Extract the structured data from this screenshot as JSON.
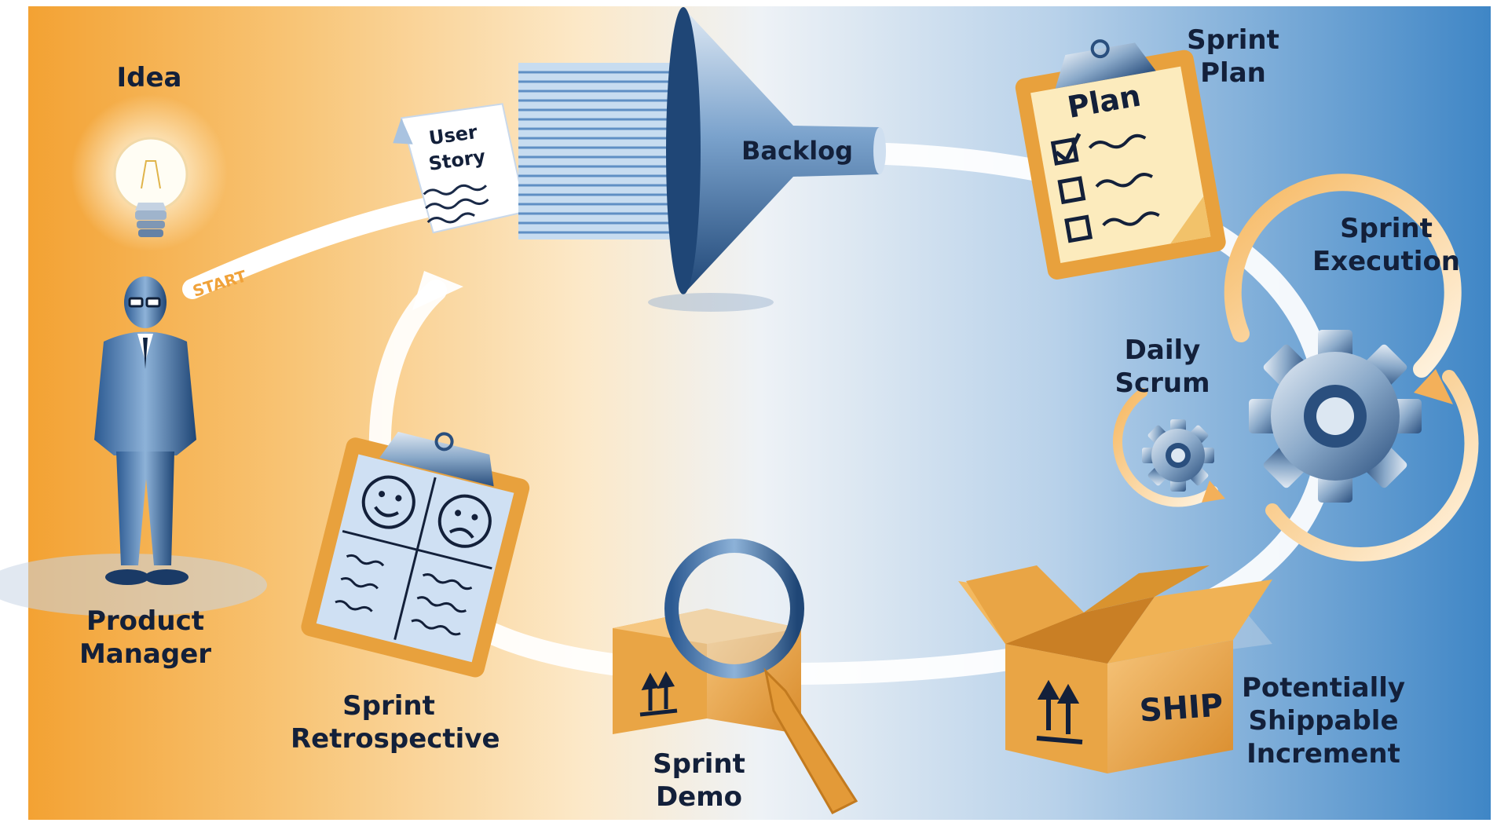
{
  "labels": {
    "idea": "Idea",
    "product_manager": [
      "Product",
      "Manager"
    ],
    "start": "START",
    "user_story": [
      "User",
      "Story"
    ],
    "backlog": "Backlog",
    "plan": "Plan",
    "sprint_plan": [
      "Sprint",
      "Plan"
    ],
    "sprint_execution": [
      "Sprint",
      "Execution"
    ],
    "daily_scrum": [
      "Daily",
      "Scrum"
    ],
    "ship": "SHIP",
    "potentially_shippable_increment": [
      "Potentially",
      "Shippable",
      "Increment"
    ],
    "sprint_demo": [
      "Sprint",
      "Demo"
    ],
    "sprint_retrospective": [
      "Sprint",
      "Retrospective"
    ]
  },
  "colors": {
    "orange": "#f4a43a",
    "cream": "#fbe8c8",
    "light_blue": "#d3e3f1",
    "blue": "#4a8fca",
    "navy": "#1a3a66",
    "box": "#e9a545",
    "text": "#13203a"
  },
  "icons": [
    "lightbulb-icon",
    "person-icon",
    "document-icon",
    "paper-stack-icon",
    "funnel-icon",
    "clipboard-icon",
    "gear-icon",
    "box-icon",
    "magnifier-icon"
  ]
}
